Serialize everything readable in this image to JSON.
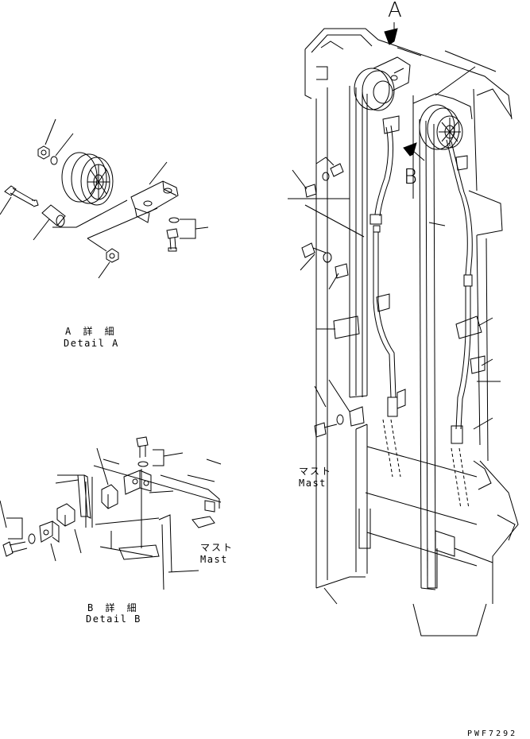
{
  "view_labels": {
    "a": "A",
    "b": "B"
  },
  "detail_a": {
    "jp": "A 詳 細",
    "en": "Detail A"
  },
  "detail_b": {
    "jp": "B 詳 細",
    "en": "Detail B"
  },
  "mast_main": {
    "jp": "マスト",
    "en": "Mast"
  },
  "mast_detail_b": {
    "jp": "マスト",
    "en": "Mast"
  },
  "drawing_code": "PWF7292"
}
